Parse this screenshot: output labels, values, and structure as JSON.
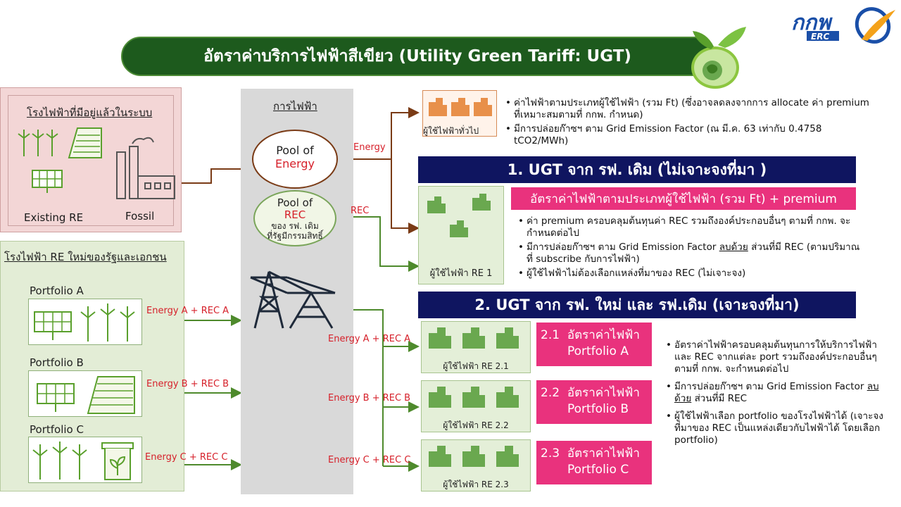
{
  "header": {
    "title": "อัตราค่าบริการไฟฟ้าสีเขียว (Utility Green Tariff: UGT)",
    "logo_text": "กกพ",
    "logo_sub": "ERC"
  },
  "existing_panel": {
    "title": "โรงไฟฟ้าที่มีอยู่แล้วในระบบ",
    "label_re": "Existing RE",
    "label_fossil": "Fossil"
  },
  "new_panel": {
    "title": "โรงไฟฟ้า RE ใหม่ของรัฐและเอกชน",
    "portfolios": [
      {
        "label": "Portfolio A",
        "flow": "Energy A + REC A"
      },
      {
        "label": "Portfolio B",
        "flow": "Energy B + REC B"
      },
      {
        "label": "Portfolio C",
        "flow": "Energy C + REC C"
      }
    ]
  },
  "grid": {
    "title": "การไฟฟ้า",
    "pool_energy_line1": "Pool of",
    "pool_energy_line2": "Energy",
    "pool_rec_line1": "Pool of",
    "pool_rec_line2": "REC",
    "pool_rec_line3": "ของ รฟ. เดิม",
    "pool_rec_line4": "ที่รัฐมีกรรมสิทธิ์"
  },
  "flows": {
    "energy": "Energy",
    "rec": "REC",
    "a": "Energy A + REC A",
    "b": "Energy B + REC B",
    "c": "Energy C + REC C"
  },
  "general": {
    "consumer": "ผู้ใช้ไฟฟ้าทั่วไป",
    "bullet1": "ค่าไฟฟ้าตามประเภทผู้ใช้ไฟฟ้า (รวม Ft) (ซึ่งอาจลดลงจากการ allocate ค่า premium ที่เหมาะสมตามที่ กกพ. กำหนด)",
    "bullet2": "มีการปล่อยก๊าซฯ ตาม Grid Emission Factor (ณ มี.ค. 63 เท่ากับ 0.4758 tCO2/MWh)"
  },
  "ugt1": {
    "banner": "1. UGT จาก รฟ. เดิม (ไม่เจาะจงที่มา )",
    "rate": "อัตราค่าไฟฟ้าตามประเภทผู้ใช้ไฟฟ้า (รวม Ft) + premium",
    "consumer": "ผู้ใช้ไฟฟ้า RE 1",
    "bullet1": "ค่า premium ครอบคลุมต้นทุนค่า REC รวมถึงองค์ประกอบอื่นๆ ตามที่ กกพ. จะกำหนดต่อไป",
    "bullet2_pre": "มีการปล่อยก๊าซฯ ตาม Grid Emission Factor",
    "bullet2_ul": "ลบด้วย",
    "bullet2_post": "ส่วนที่มี REC (ตามปริมาณที่ subscribe กับการไฟฟ้า)",
    "bullet3": "ผู้ใช้ไฟฟ้าไม่ต้องเลือกแหล่งที่มาของ REC (ไม่เจาะจง)"
  },
  "ugt2": {
    "banner": "2. UGT จาก รฟ. ใหม่ และ รฟ.เดิม (เจาะจงที่มา)",
    "consumers": [
      "ผู้ใช้ไฟฟ้า RE 2.1",
      "ผู้ใช้ไฟฟ้า RE 2.2",
      "ผู้ใช้ไฟฟ้า RE 2.3"
    ],
    "rates": [
      {
        "num": "2.1",
        "line1": "อัตราค่าไฟฟ้า",
        "line2": "Portfolio A"
      },
      {
        "num": "2.2",
        "line1": "อัตราค่าไฟฟ้า",
        "line2": "Portfolio B"
      },
      {
        "num": "2.3",
        "line1": "อัตราค่าไฟฟ้า",
        "line2": "Portfolio C"
      }
    ],
    "bullet1": "อัตราค่าไฟฟ้าครอบคลุมต้นทุนการให้บริการไฟฟ้าและ REC จากแต่ละ port รวมถึงองค์ประกอบอื่นๆ ตามที่ กกพ. จะกำหนดต่อไป",
    "bullet2_pre": "มีการปล่อยก๊าซฯ ตาม Grid Emission Factor",
    "bullet2_ul": "ลบด้วย",
    "bullet2_post": "ส่วนที่มี REC",
    "bullet3": "ผู้ใช้ไฟฟ้าเลือก portfolio ของโรงไฟฟ้าได้ (เจาะจงที่มาของ REC เป็นแหล่งเดียวกับไฟฟ้าได้ โดยเลือก portfolio)"
  },
  "colors": {
    "title_green": "#1d5a1d",
    "navy": "#0f1560",
    "pink": "#e9327d",
    "arrow_brown": "#7a3b16",
    "arrow_green": "#4e8a2c",
    "flow_red": "#d6202a"
  }
}
